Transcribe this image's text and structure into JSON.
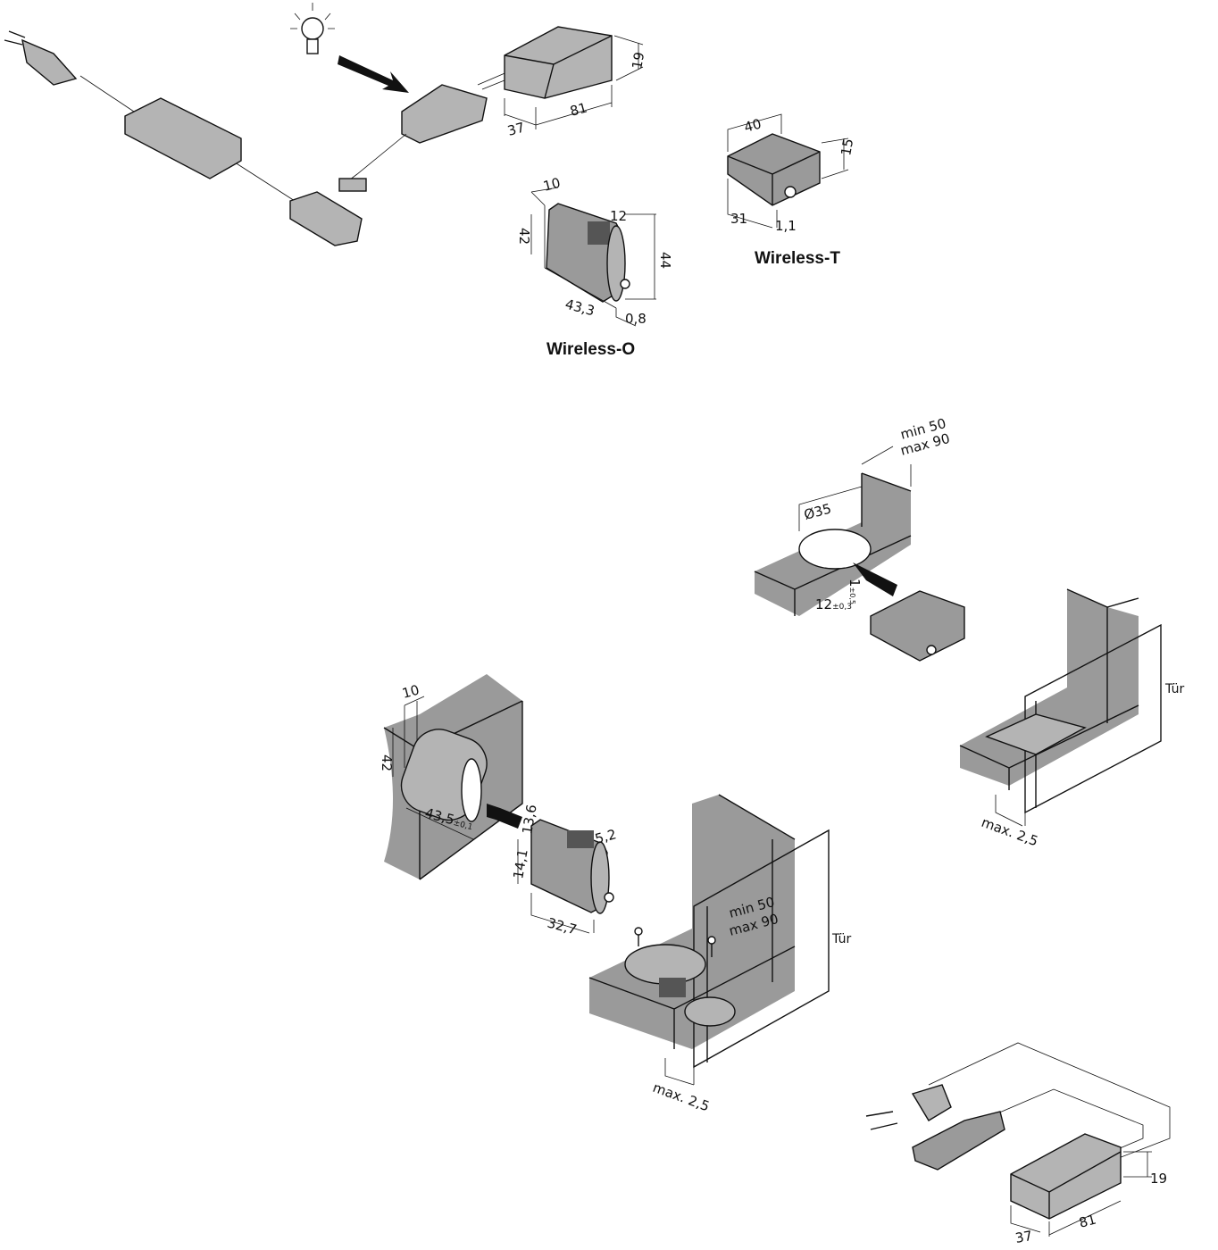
{
  "colors": {
    "material": "#9a9a9a",
    "outline": "#111111",
    "background": "#ffffff"
  },
  "driver_set": {
    "dim_height": "19",
    "dim_length": "81",
    "dim_width": "37",
    "icon": "light-bulb-icon"
  },
  "wireless_t": {
    "label": "Wireless-T",
    "dim_length": "40",
    "dim_height": "15",
    "dim_depth": "31",
    "dim_plate": "1,1"
  },
  "wireless_o": {
    "label": "Wireless-O",
    "dim_top": "10",
    "dim_side": "42",
    "dim_coil": "12",
    "dim_height": "44",
    "dim_length": "43,3",
    "dim_plate": "0,8"
  },
  "install_t": {
    "dim_min": "min 50",
    "dim_max": "max 90",
    "dim_diameter": "Ø35",
    "dim_depth": "12",
    "dim_depth_tol": "±0,3",
    "dim_step": "1",
    "dim_step_tol": "±0,5",
    "door_label": "Tür",
    "dim_gap": "max. 2,5"
  },
  "install_o": {
    "dim_top": "10",
    "dim_side": "42",
    "dim_length": "43,5",
    "dim_length_tol": "±0,1",
    "dim_a": "13,6",
    "dim_b": "14,1",
    "dim_c": "5,2",
    "dim_d": "32,7",
    "dim_min": "min 50",
    "dim_max": "max 90",
    "door_label": "Tür",
    "dim_gap": "max. 2,5"
  },
  "power_unit": {
    "dim_height": "19",
    "dim_length": "81",
    "dim_width": "37"
  }
}
